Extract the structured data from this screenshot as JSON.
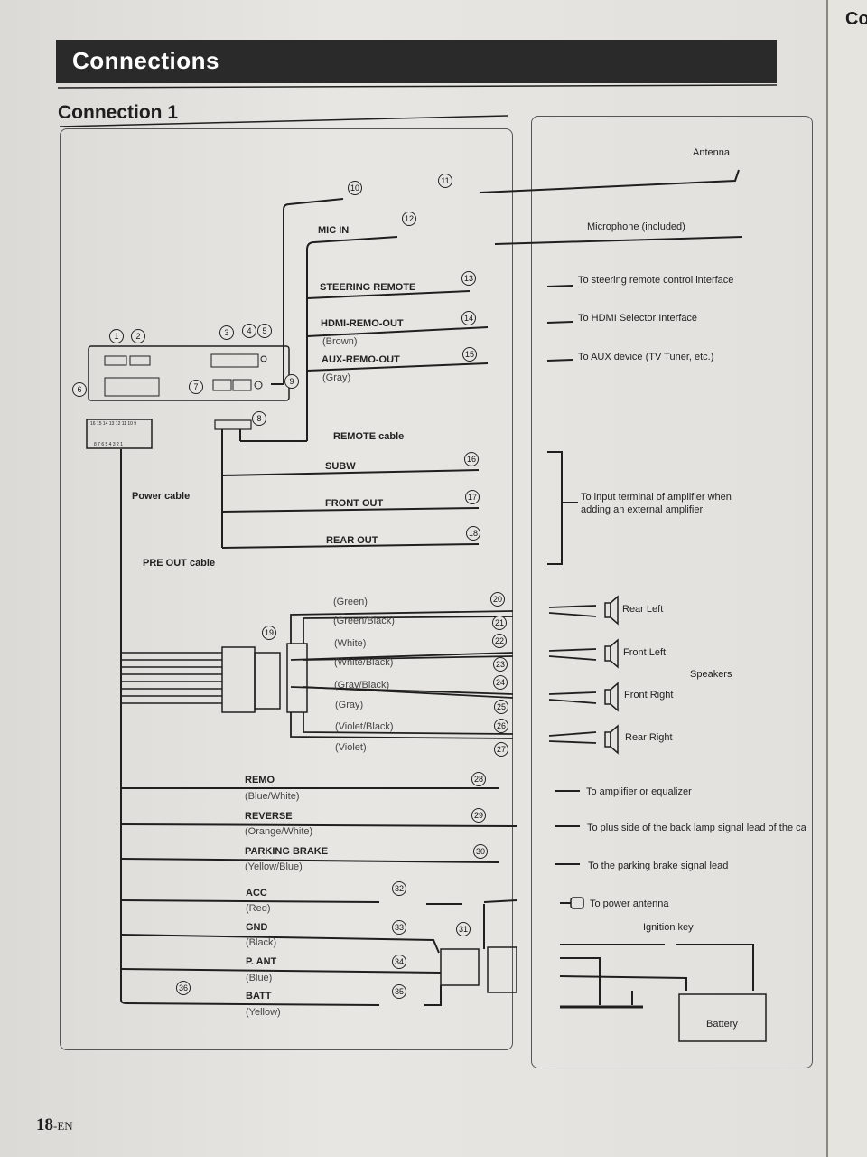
{
  "next_page_title": "Co",
  "header": {
    "title": "Connections"
  },
  "section": {
    "title": "Connection 1"
  },
  "labels": {
    "antenna": "Antenna",
    "mic_in": "MIC IN",
    "microphone": "Microphone (included)",
    "steering_remote": "STEERING REMOTE",
    "steering_dest": "To steering remote control interface",
    "hdmi_remo_out": "HDMI-REMO-OUT",
    "hdmi_color": "(Brown)",
    "hdmi_dest": "To HDMI Selector Interface",
    "aux_remo_out": "AUX-REMO-OUT",
    "aux_color": "(Gray)",
    "aux_dest": "To AUX device (TV Tuner, etc.)",
    "remote_cable": "REMOTE cable",
    "power_cable": "Power cable",
    "subw": "SUBW",
    "front_out": "FRONT OUT",
    "rear_out": "REAR OUT",
    "pre_out_cable": "PRE OUT cable",
    "amp_dest_1": "To input terminal of amplifier when",
    "amp_dest_2": "adding an external amplifier",
    "speakers": "Speakers",
    "connector_pins_top": "16 15 14 13 12 11 10  9",
    "connector_pins_bottom": "8  7  6  5  4  3  2  1"
  },
  "speaker_wires": [
    {
      "num": "20",
      "color": "(Green)"
    },
    {
      "num": "21",
      "color": "(Green/Black)"
    },
    {
      "num": "22",
      "color": "(White)"
    },
    {
      "num": "23",
      "color": "(White/Black)"
    },
    {
      "num": "24",
      "color": "(Gray/Black)"
    },
    {
      "num": "25",
      "color": "(Gray)"
    },
    {
      "num": "26",
      "color": "(Violet/Black)"
    },
    {
      "num": "27",
      "color": "(Violet)"
    }
  ],
  "speakers": [
    "Rear Left",
    "Front Left",
    "Front Right",
    "Rear Right"
  ],
  "power_wires": [
    {
      "num": "28",
      "name": "REMO",
      "color": "(Blue/White)",
      "dest": "To amplifier or equalizer"
    },
    {
      "num": "29",
      "name": "REVERSE",
      "color": "(Orange/White)",
      "dest": "To plus side of the back lamp signal lead of the ca"
    },
    {
      "num": "30",
      "name": "PARKING BRAKE",
      "color": "(Yellow/Blue)",
      "dest": "To the parking brake signal lead"
    },
    {
      "num": "32",
      "name": "ACC",
      "color": "(Red)",
      "dest": "To power antenna"
    },
    {
      "num": "33",
      "name": "GND",
      "color": "(Black)",
      "dest": ""
    },
    {
      "num": "34",
      "name": "P. ANT",
      "color": "(Blue)",
      "dest": ""
    },
    {
      "num": "35",
      "name": "BATT",
      "color": "(Yellow)",
      "dest": ""
    }
  ],
  "ignition_key": "Ignition key",
  "battery": "Battery",
  "callouts": [
    "1",
    "2",
    "3",
    "4",
    "5",
    "6",
    "7",
    "8",
    "9",
    "10",
    "11",
    "12",
    "13",
    "14",
    "15",
    "16",
    "17",
    "18",
    "19",
    "31",
    "36"
  ],
  "page_number": "18",
  "page_lang": "-EN"
}
